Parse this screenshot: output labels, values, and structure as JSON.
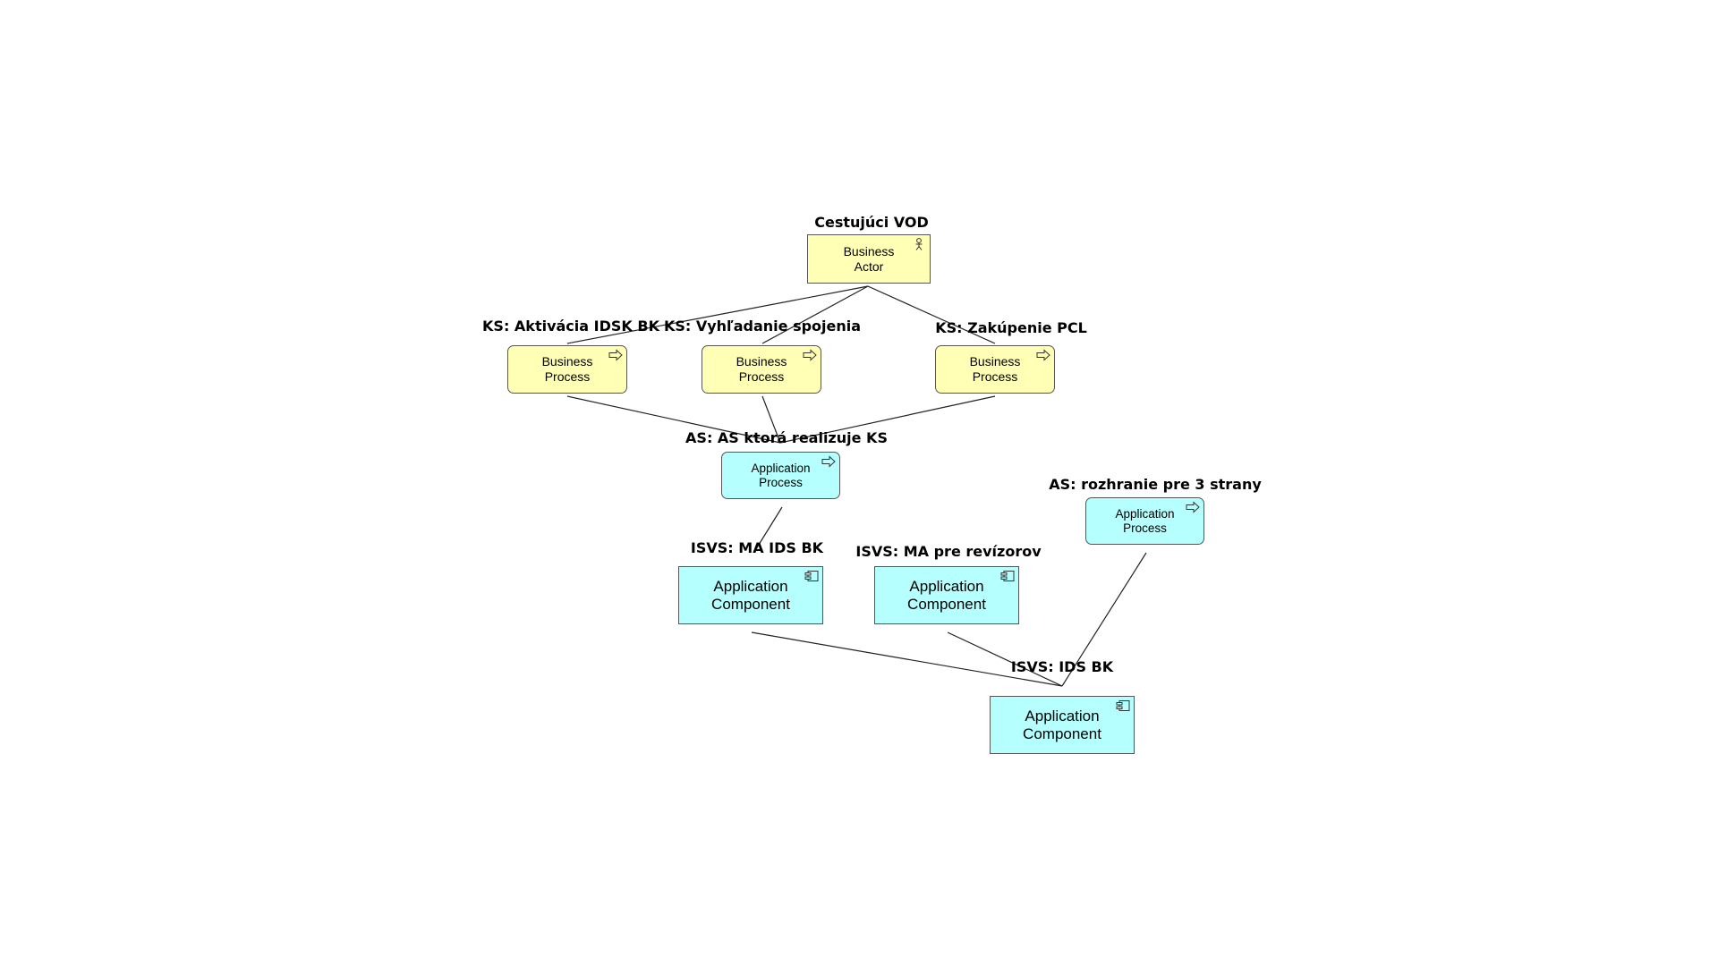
{
  "diagram": {
    "nodes": [
      {
        "id": "actor",
        "kind": "business-actor",
        "title": "Cestujúci VOD",
        "type_line1": "Business",
        "type_line2": "Actor",
        "fill": "#ffffb5"
      },
      {
        "id": "bp1",
        "kind": "business-process",
        "title": "KS: Aktivácia IDSK BK",
        "type_line1": "Business",
        "type_line2": "Process",
        "fill": "#ffffb5"
      },
      {
        "id": "bp2",
        "kind": "business-process",
        "title": "KS: Vyhľadanie spojenia",
        "type_line1": "Business",
        "type_line2": "Process",
        "fill": "#ffffb5"
      },
      {
        "id": "bp3",
        "kind": "business-process",
        "title": "KS: Zakúpenie PCL",
        "type_line1": "Business",
        "type_line2": "Process",
        "fill": "#ffffb5"
      },
      {
        "id": "ap1",
        "kind": "application-process",
        "title": "AS: AS ktorá realizuje KS",
        "type_line1": "Application",
        "type_line2": "Process",
        "fill": "#b5ffff"
      },
      {
        "id": "ap2",
        "kind": "application-process",
        "title": "AS: rozhranie pre 3 strany",
        "type_line1": "Application",
        "type_line2": "Process",
        "fill": "#b5ffff"
      },
      {
        "id": "ac1",
        "kind": "application-component",
        "title": "ISVS: MA IDS BK",
        "type_line1": "Application",
        "type_line2": "Component",
        "fill": "#b5ffff"
      },
      {
        "id": "ac2",
        "kind": "application-component",
        "title": "ISVS: MA pre revízorov",
        "type_line1": "Application",
        "type_line2": "Component",
        "fill": "#b5ffff"
      },
      {
        "id": "ac3",
        "kind": "application-component",
        "title": "ISVS:  IDS BK",
        "type_line1": "Application",
        "type_line2": "Component",
        "fill": "#b5ffff"
      }
    ],
    "edges": [
      {
        "from": "actor",
        "to": "bp1"
      },
      {
        "from": "actor",
        "to": "bp2"
      },
      {
        "from": "actor",
        "to": "bp3"
      },
      {
        "from": "bp1",
        "to": "ap1"
      },
      {
        "from": "bp2",
        "to": "ap1"
      },
      {
        "from": "bp3",
        "to": "ap1"
      },
      {
        "from": "ap1",
        "to": "ac1"
      },
      {
        "from": "ac1",
        "to": "ac3"
      },
      {
        "from": "ac2",
        "to": "ac3"
      },
      {
        "from": "ap2",
        "to": "ac3"
      }
    ],
    "icons": {
      "business-actor": "actor-icon",
      "business-process": "process-arrow-icon",
      "application-process": "process-arrow-icon",
      "application-component": "component-icon"
    }
  }
}
